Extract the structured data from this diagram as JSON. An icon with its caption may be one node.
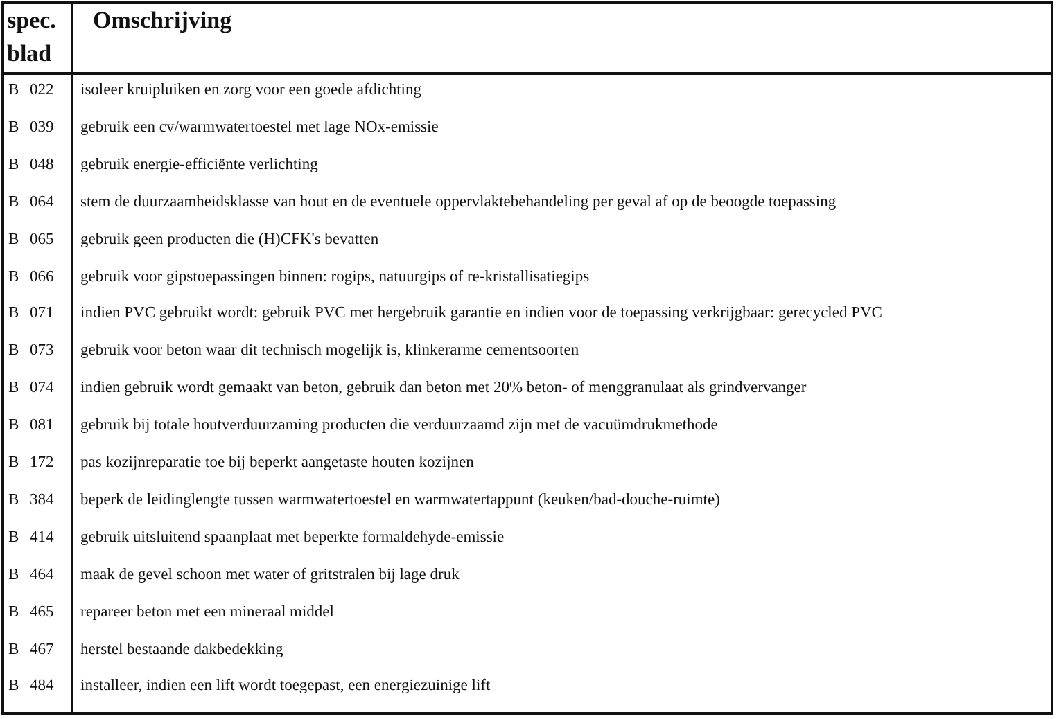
{
  "diagram": {
    "labels": [
      "spec. blad",
      "Omschrijving",
      "B 022",
      "isoleer kruipluiken en zorg voor een goede afdichting",
      "B 039",
      "gebruik een cv/warmwatertoestel met lage NOx-emissie",
      "B 048",
      "gebruik energie-efficiënte verlichting",
      "B 064",
      "stem de duurzaamheidsklasse van hout en de eventuele oppervlaktebehandeling per geval af op de beoogde toepassing",
      "B 065",
      "gebruik geen producten die (H)CFK's bevatten",
      "B 066",
      "gebruik voor gipstoepassingen binnen: rogips, natuurgips of re-kristallisatiegips",
      "B 071",
      "indien PVC gebruikt wordt: gebruik PVC met hergebruik garantie en indien voor de toepassing verkrijgbaar: gerecycled PVC",
      "B 073",
      "gebruik voor beton waar dit technisch mogelijk is, klinkerarme cementsoorten",
      "B 074",
      "indien gebruik wordt gemaakt van beton, gebruik dan beton met 20% beton- of menggranulaat als grindvervanger",
      "B 081",
      "gebruik bij totale houtverduurzaming producten die verduurzaamd zijn met de vacuümdrukmethode",
      "B 172",
      "pas kozijnreparatie toe bij beperkt aangetaste houten kozijnen",
      "B 384",
      "beperk de leidinglengte tussen warmwatertoestel en warmwatertappunt (keuken/bad-douche-ruimte)",
      "B 414",
      "gebruik uitsluitend spaanplaat met beperkte formaldehyde-emissie",
      "B 464",
      "maak de gevel schoon met water of gritstralen bij lage druk",
      "B 465",
      "repareer beton met een mineraal middel",
      "B 467",
      "herstel bestaande dakbedekking",
      "B 484",
      "installeer, indien een lift wordt toegepast, een energiezuinige lift"
    ]
  }
}
